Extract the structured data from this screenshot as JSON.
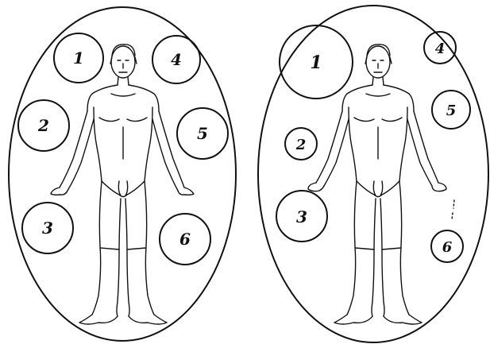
{
  "left_figure": {
    "circles": [
      {
        "label": "1"
      },
      {
        "label": "2"
      },
      {
        "label": "3"
      },
      {
        "label": "4"
      },
      {
        "label": "5"
      },
      {
        "label": "6"
      }
    ]
  },
  "right_figure": {
    "circles": [
      {
        "label": "1"
      },
      {
        "label": "2"
      },
      {
        "label": "3"
      },
      {
        "label": "4"
      },
      {
        "label": "5"
      },
      {
        "label": "6"
      }
    ]
  },
  "ink_color": "#111111"
}
